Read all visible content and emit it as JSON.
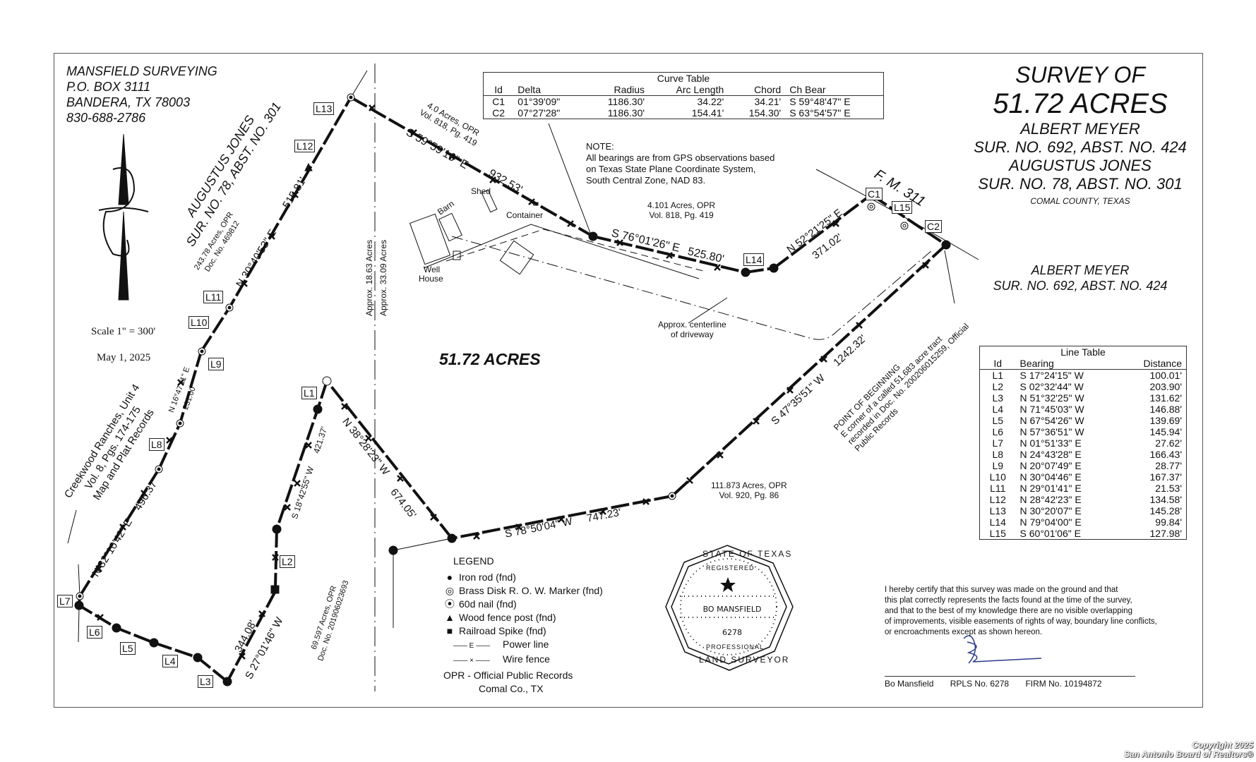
{
  "company": {
    "name": "MANSFIELD SURVEYING",
    "address1": "P.O. BOX 3111",
    "address2": "BANDERA, TX  78003",
    "phone": "830-688-2786"
  },
  "title": {
    "line1": "SURVEY OF",
    "line2": "51.72 ACRES",
    "line3": "ALBERT MEYER",
    "line4": "SUR. NO. 692, ABST. NO. 424",
    "line5": "AUGUSTUS JONES",
    "line6": "SUR. NO. 78, ABST. NO. 301",
    "county": "COMAL COUNTY, TEXAS"
  },
  "adjoining_survey_east": {
    "name": "ALBERT MEYER",
    "sur": "SUR. NO. 692, ABST. NO. 424"
  },
  "adjoining_survey_west": {
    "name": "AUGUSTUS JONES",
    "sur": "SUR. NO. 78, ABST. NO. 301"
  },
  "scale": "Scale 1\" = 300'",
  "date": "May 1, 2025",
  "main_label": "51.72 ACRES",
  "road": "F. M. 311",
  "note": {
    "heading": "NOTE:",
    "line1": "All bearings are from GPS observations based",
    "line2": "on Texas State Plane Coordinate System,",
    "line3": "South Central Zone, NAD 83."
  },
  "curve_table": {
    "caption": "Curve Table",
    "headers": [
      "Id",
      "Delta",
      "Radius",
      "Arc Length",
      "Chord",
      "Ch Bear"
    ],
    "rows": [
      [
        "C1",
        "01°39'09\"",
        "1186.30'",
        "34.22'",
        "34.21'",
        "S 59°48'47\" E"
      ],
      [
        "C2",
        "07°27'28\"",
        "1186.30'",
        "154.41'",
        "154.30'",
        "S 63°54'57\" E"
      ]
    ]
  },
  "line_table": {
    "caption": "Line Table",
    "headers": [
      "Id",
      "Bearing",
      "Distance"
    ],
    "rows": [
      [
        "L1",
        "S 17°24'15\" W",
        "100.01'"
      ],
      [
        "L2",
        "S 02°32'44\" W",
        "203.90'"
      ],
      [
        "L3",
        "N 51°32'25\" W",
        "131.62'"
      ],
      [
        "L4",
        "N 71°45'03\" W",
        "146.88'"
      ],
      [
        "L5",
        "N 67°54'26\" W",
        "139.69'"
      ],
      [
        "L6",
        "N 57°36'51\" W",
        "145.94'"
      ],
      [
        "L7",
        "N 01°51'33\" E",
        "27.62'"
      ],
      [
        "L8",
        "N 24°43'28\" E",
        "166.43'"
      ],
      [
        "L9",
        "N 20°07'49\" E",
        "28.77'"
      ],
      [
        "L10",
        "N 30°04'46\" E",
        "167.37'"
      ],
      [
        "L11",
        "N 29°01'41\" E",
        "21.53'"
      ],
      [
        "L12",
        "N 28°42'23\" E",
        "134.58'"
      ],
      [
        "L13",
        "N 30°20'07\" E",
        "145.28'"
      ],
      [
        "L14",
        "N 79°04'00\" E",
        "99.84'"
      ],
      [
        "L15",
        "S 60°01'06\" E",
        "127.98'"
      ]
    ]
  },
  "boundary_calls": {
    "north": {
      "bearing": "S 59°59'16\" E",
      "distance": "932.53'"
    },
    "north2": {
      "bearing": "S 76°01'26\" E",
      "distance": "525.80'"
    },
    "northeast": {
      "bearing": "N 52°21'25\" E",
      "distance": "371.02'"
    },
    "southeast": {
      "bearing": "S 47°35'51\" W",
      "distance": "1242.32'"
    },
    "south": {
      "bearing": "S 78°50'04\" W",
      "distance": "747.23'"
    },
    "inner_diag": {
      "bearing": "N 38°28'23\" W",
      "distance": "674.05'"
    },
    "inner_west": {
      "bearing": "S 18°42'55\" W",
      "distance": "421.37'"
    },
    "southwest": {
      "bearing": "S 27°01'46\" W",
      "distance": "344.08'"
    },
    "west_lower": {
      "bearing": "N 32°10'42\" E",
      "distance": "496.37'"
    },
    "west_mid": {
      "bearing": "N 16°47'11\" E",
      "distance": "231.00'"
    },
    "west_upper": {
      "bearing": "N 30°40'53\" E",
      "distance": "515.81'"
    }
  },
  "line_labels": [
    "L1",
    "L2",
    "L3",
    "L4",
    "L5",
    "L6",
    "L7",
    "L8",
    "L9",
    "L10",
    "L11",
    "L12",
    "L13",
    "L14",
    "L15",
    "C1",
    "C2"
  ],
  "adjoiners": {
    "a1": {
      "line1": "4.0 Acres, OPR",
      "line2": "Vol. 818, Pg. 419"
    },
    "a2": {
      "line1": "4.101 Acres, OPR",
      "line2": "Vol. 818, Pg. 419"
    },
    "a3": {
      "line1": "243.78 Acres, OPR",
      "line2": "Doc. No. 469812"
    },
    "a4": {
      "line1": "111.873 Acres, OPR",
      "line2": "Vol. 920, Pg. 86"
    },
    "a5": {
      "line1": "69.597 Acres, OPR",
      "line2": "Doc. No. 201906023693"
    },
    "a6": {
      "line1": "Creekwood Ranches, Unit 4",
      "line2": "Vol. 8, Pgs. 174-175",
      "line3": "Map and Plat Records"
    }
  },
  "approx": {
    "left": "Approx. 18.63 Acres",
    "right": "Approx. 33.09 Acres"
  },
  "structures": {
    "barn": "Barn",
    "shed": "Shed",
    "container": "Container",
    "well": "Well",
    "house": "House"
  },
  "driveway": {
    "line1": "Approx. centerline",
    "line2": "of driveway"
  },
  "pob": {
    "line1": "POINT OF BEGINNING",
    "line2": "E corner of a called 51.683 acre tract",
    "line3": "recorded in Doc. No. 200206015259, Official",
    "line4": "Public Records"
  },
  "legend": {
    "title": "LEGEND",
    "items": [
      {
        "icon": "iron-rod-icon",
        "symbol": "●",
        "label": "Iron rod (fnd)"
      },
      {
        "icon": "brass-disk-icon",
        "symbol": "◎",
        "label": "Brass Disk R. O. W. Marker (fnd)"
      },
      {
        "icon": "nail-icon",
        "symbol": "⦿",
        "label": "60d nail (fnd)"
      },
      {
        "icon": "fence-post-icon",
        "symbol": "▲",
        "label": "Wood fence post (fnd)"
      },
      {
        "icon": "railroad-spike-icon",
        "symbol": "■",
        "label": "Railroad Spike (fnd)"
      },
      {
        "icon": "power-line-icon",
        "symbol": "—— E ——",
        "label": "Power line"
      },
      {
        "icon": "wire-fence-icon",
        "symbol": "—— × ——",
        "label": "Wire fence"
      }
    ],
    "opr1": "OPR - Official Public Records",
    "opr2": "Comal Co., TX"
  },
  "seal": {
    "top": "STATE OF TEXAS",
    "registered": "REGISTERED",
    "name": "BO MANSFIELD",
    "number": "6278",
    "professional": "PROFESSIONAL",
    "bottom": "LAND SURVEYOR"
  },
  "certification": {
    "line1": "I hereby certify that this survey was made on the ground and that",
    "line2": "this plat correctly represents the facts found at the time of the survey,",
    "line3": "and that to the best of my knowledge there are no visible overlapping",
    "line4": "of improvements, visible easements of rights of way, boundary line conflicts,",
    "line5": "or encroachments except as shown hereon.",
    "signer": "Bo Mansfield",
    "rpls": "RPLS No. 6278",
    "firm": "FIRM No. 10194872",
    "signature_color": "#2b3a8c"
  },
  "copyright": {
    "line1": "Copyright 2025",
    "line2": "San Antonio Board of Realtors®"
  }
}
